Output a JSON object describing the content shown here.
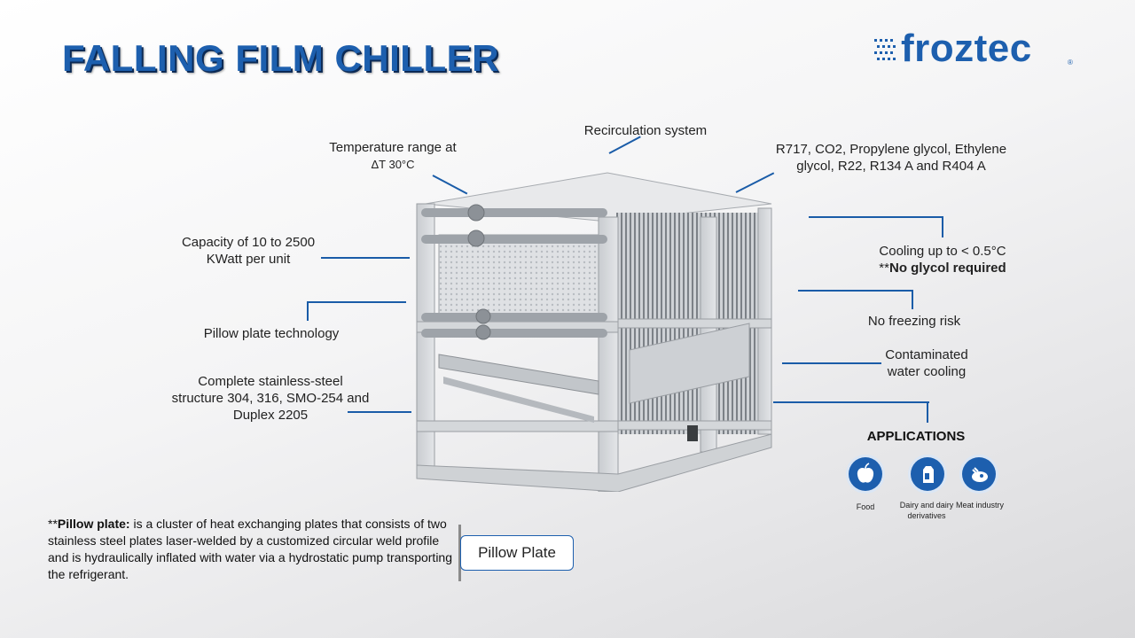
{
  "title": "FALLING FILM CHILLER",
  "logo": {
    "text": "froztec",
    "mark": "®"
  },
  "labels": {
    "recirculation": "Recirculation system",
    "temp_line1": "Temperature range at",
    "temp_line2": "ΔT 30°C",
    "refrigerants_line1": "R717, CO2, Propylene glycol, Ethylene",
    "refrigerants_line2": "glycol, R22, R134 A and R404 A",
    "capacity_line1": "Capacity of 10 to 2500",
    "capacity_line2": "KWatt per unit",
    "cooling_line1": "Cooling up to < 0.5°C",
    "cooling_prefix": "**",
    "cooling_line2": "No glycol required",
    "pillow_tech": "Pillow plate technology",
    "no_freezing": "No freezing risk",
    "contaminated_line1": "Contaminated",
    "contaminated_line2": "water cooling",
    "stainless_line1": "Complete stainless-steel",
    "stainless_line2": "structure  304, 316, SMO-254 and",
    "stainless_line3": "Duplex 2205"
  },
  "applications": {
    "title": "APPLICATIONS",
    "items": [
      {
        "icon": "apple-icon",
        "label": "Food"
      },
      {
        "icon": "milk-carton-icon",
        "label": "Dairy and dairy derivatives"
      },
      {
        "icon": "meat-icon",
        "label": "Meat industry"
      }
    ]
  },
  "note": {
    "prefix": "**",
    "bold": "Pillow plate:",
    "text": " is a cluster of heat exchanging plates that consists of two stainless steel plates laser-welded by a customized circular weld profile and is hydraulically  inflated with water via a hydrostatic pump transporting the refrigerant."
  },
  "button": {
    "label": "Pillow Plate"
  },
  "colors": {
    "accent": "#1d5fae",
    "line": "#1a5ca8"
  }
}
